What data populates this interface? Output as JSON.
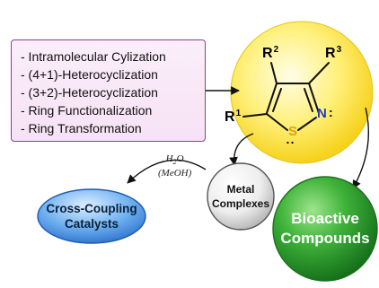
{
  "methods": {
    "items": [
      "- Intramolecular Cylization",
      "- (4+1)-Heterocyclization",
      "- (3+2)-Heterocyclization",
      "- Ring Functionalization",
      "- Ring Transformation"
    ]
  },
  "structure": {
    "r1": "R",
    "r1_sup": "1",
    "r2": "R",
    "r2_sup": "2",
    "r3": "R",
    "r3_sup": "3",
    "nitrogen": "N",
    "sulfur": "S",
    "lone_pair_n": ":",
    "lone_pair_s": ":"
  },
  "conditions": {
    "h": "H",
    "sub": "2",
    "o": "O",
    "meoh": "(MeOH)"
  },
  "nodes": {
    "metal_line1": "Metal",
    "metal_line2": "Complexes",
    "cc_line1": "Cross-Coupling",
    "cc_line2": "Catalysts",
    "bio_line1": "Bioactive",
    "bio_line2": "Compounds"
  },
  "colors": {
    "box_border": "#8f3f8c",
    "box_fill": "#f6e2f5",
    "yellow_circle": "#ffe96a",
    "nitrogen": "#1f3fc0",
    "sulfur": "#e1a20a",
    "catalyst_blue": "#4d95e2",
    "bioactive_green": "#2ea32e"
  }
}
